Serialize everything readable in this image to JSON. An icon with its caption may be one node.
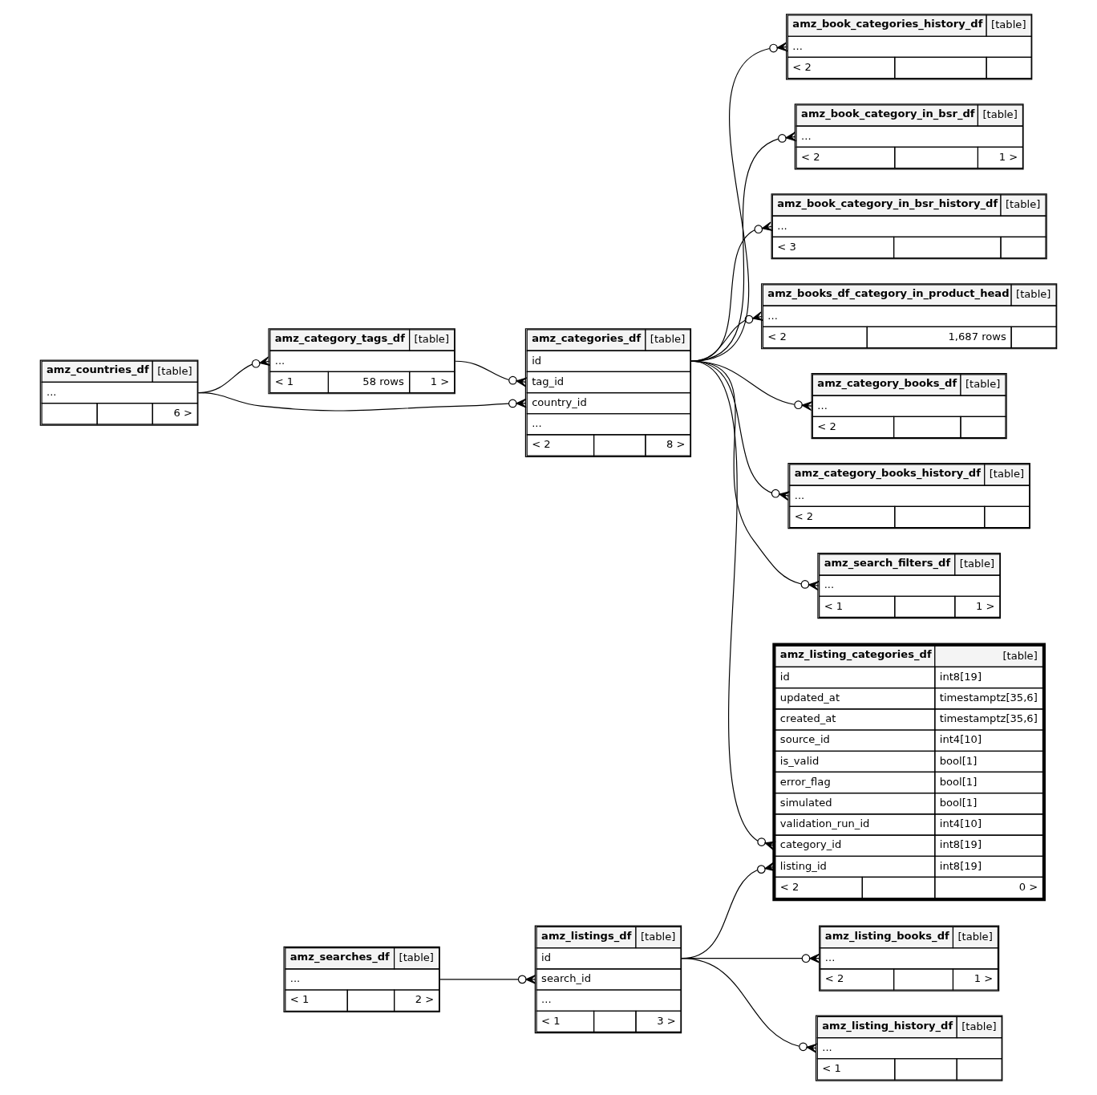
{
  "diagram": {
    "nodes": [
      {
        "text": [
          "amz_countries_df",
          "[table]",
          "...",
          "6 >"
        ]
      },
      {
        "text": [
          "amz_category_tags_df",
          "[table]",
          "...",
          "< 1",
          "58 rows",
          "1 >"
        ]
      },
      {
        "text": [
          "amz_categories_df",
          "[table]",
          "id",
          "tag_id",
          "country_id",
          "...",
          "< 2",
          "8 >"
        ]
      },
      {
        "text": [
          "amz_book_categories_history_df",
          "[table]",
          "...",
          "< 2"
        ]
      },
      {
        "text": [
          "amz_book_category_in_bsr_df",
          "[table]",
          "...",
          "< 2",
          "1 >"
        ]
      },
      {
        "text": [
          "amz_book_category_in_bsr_history_df",
          "[table]",
          "...",
          "< 3"
        ]
      },
      {
        "text": [
          "amz_books_df_category_in_product_head",
          "[table]",
          "...",
          "< 2",
          "1,687 rows"
        ]
      },
      {
        "text": [
          "amz_category_books_df",
          "[table]",
          "...",
          "< 2"
        ]
      },
      {
        "text": [
          "amz_category_books_history_df",
          "[table]",
          "...",
          "< 2"
        ]
      },
      {
        "text": [
          "amz_search_filters_df",
          "[table]",
          "...",
          "< 1",
          "1 >"
        ]
      },
      {
        "text": [
          "amz_listing_categories_df",
          "[table]",
          "id",
          "int8[19]",
          "updated_at",
          "timestamptz[35,6]",
          "created_at",
          "timestamptz[35,6]",
          "source_id",
          "int4[10]",
          "is_valid",
          "bool[1]",
          "error_flag",
          "bool[1]",
          "simulated",
          "bool[1]",
          "validation_run_id",
          "int4[10]",
          "category_id",
          "int8[19]",
          "listing_id",
          "int8[19]",
          "< 2",
          "0 >"
        ]
      },
      {
        "text": [
          "amz_searches_df",
          "[table]",
          "...",
          "< 1",
          "2 >"
        ]
      },
      {
        "text": [
          "amz_listings_df",
          "[table]",
          "id",
          "search_id",
          "...",
          "< 1",
          "3 >"
        ]
      },
      {
        "text": [
          "amz_listing_books_df",
          "[table]",
          "...",
          "< 2",
          "1 >"
        ]
      },
      {
        "text": [
          "amz_listing_history_df",
          "[table]",
          "...",
          "< 1"
        ]
      }
    ],
    "edges": [
      {
        "from": 0,
        "to": 1,
        "arrow": "other"
      },
      {
        "from": 0,
        "to": 2,
        "arrow": "other"
      },
      {
        "from": 1,
        "to": 2,
        "arrow": "other"
      },
      {
        "from": 2,
        "to": 3,
        "arrow": "other"
      },
      {
        "from": 2,
        "to": 4,
        "arrow": "other"
      },
      {
        "from": 2,
        "to": 5,
        "arrow": "other"
      },
      {
        "from": 2,
        "to": 6,
        "arrow": "other"
      },
      {
        "from": 2,
        "to": 7,
        "arrow": "other"
      },
      {
        "from": 2,
        "to": 8,
        "arrow": "other"
      },
      {
        "from": 2,
        "to": 9,
        "arrow": "other"
      },
      {
        "from": 2,
        "to": 10,
        "arrow": "other"
      },
      {
        "from": 12,
        "to": 10,
        "arrow": "other"
      },
      {
        "from": 12,
        "to": 13,
        "arrow": "other"
      },
      {
        "from": 12,
        "to": 14,
        "arrow": "other"
      },
      {
        "from": 11,
        "to": 12,
        "arrow": "other"
      }
    ]
  }
}
